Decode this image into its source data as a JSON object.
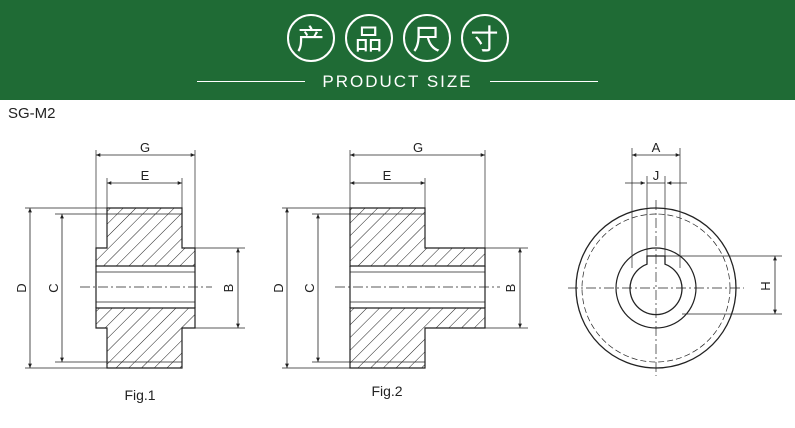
{
  "header": {
    "title_chars": [
      "产",
      "品",
      "尺",
      "寸"
    ],
    "subtitle": "PRODUCT SIZE"
  },
  "model": "SG-M2",
  "figures": {
    "fig1": {
      "caption": "Fig.1",
      "labels": {
        "G": "G",
        "E": "E",
        "D": "D",
        "C": "C",
        "B": "B"
      }
    },
    "fig2": {
      "caption": "Fig.2",
      "labels": {
        "G": "G",
        "E": "E",
        "D": "D",
        "C": "C",
        "B": "B"
      }
    },
    "fig3": {
      "labels": {
        "A": "A",
        "J": "J",
        "H": "H"
      }
    }
  },
  "colors": {
    "banner": "#1f6b35",
    "line": "#222222"
  }
}
